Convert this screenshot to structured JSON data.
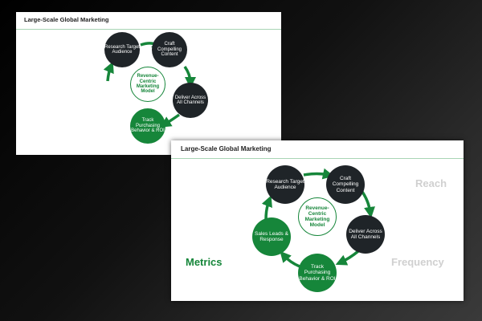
{
  "slides": [
    {
      "title": "Large-Scale Global Marketing",
      "nodes": {
        "research": "Research Target Audience",
        "craft": "Craft Compelling Content",
        "center": "Revenue-Centric Marketing Model",
        "deliver": "Deliver Across All Channels",
        "track": "Track Purchasing Behavior & ROI"
      }
    },
    {
      "title": "Large-Scale Global Marketing",
      "nodes": {
        "research": "Research Target Audience",
        "craft": "Craft Compelling Content",
        "center": "Revenue-Centric Marketing Model",
        "deliver": "Deliver Across All Channels",
        "track": "Track Purchasing Behavior & ROI",
        "sales": "Sales Leads & Response"
      },
      "labels": {
        "reach": "Reach",
        "frequency": "Frequency",
        "metrics": "Metrics"
      }
    }
  ],
  "colors": {
    "green": "#16863a",
    "dark": "#1f2428",
    "muted": "#d0d0d0"
  }
}
